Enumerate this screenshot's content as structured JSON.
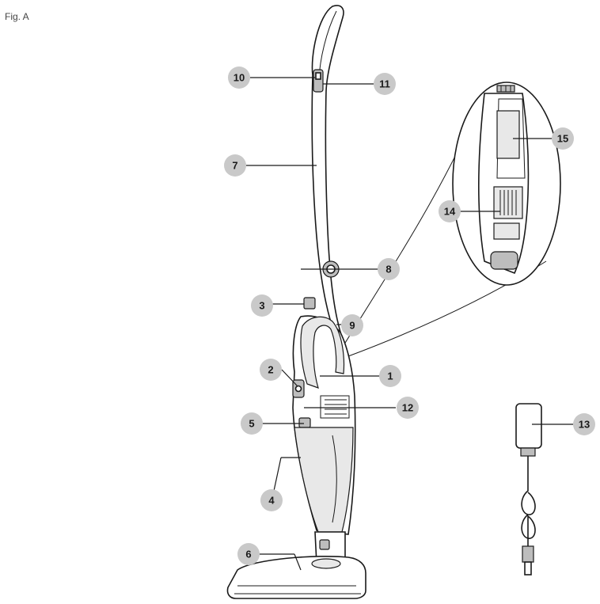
{
  "figure": {
    "label": "Fig. A"
  },
  "callouts": [
    {
      "id": "c10",
      "number": "10"
    },
    {
      "id": "c11",
      "number": "11"
    },
    {
      "id": "c7",
      "number": "7"
    },
    {
      "id": "c8",
      "number": "8"
    },
    {
      "id": "c3",
      "number": "3"
    },
    {
      "id": "c9",
      "number": "9"
    },
    {
      "id": "c2",
      "number": "2"
    },
    {
      "id": "c1",
      "number": "1"
    },
    {
      "id": "c12",
      "number": "12"
    },
    {
      "id": "c5",
      "number": "5"
    },
    {
      "id": "c4",
      "number": "4"
    },
    {
      "id": "c6",
      "number": "6"
    },
    {
      "id": "c14",
      "number": "14"
    },
    {
      "id": "c15",
      "number": "15"
    },
    {
      "id": "c13",
      "number": "13"
    }
  ]
}
